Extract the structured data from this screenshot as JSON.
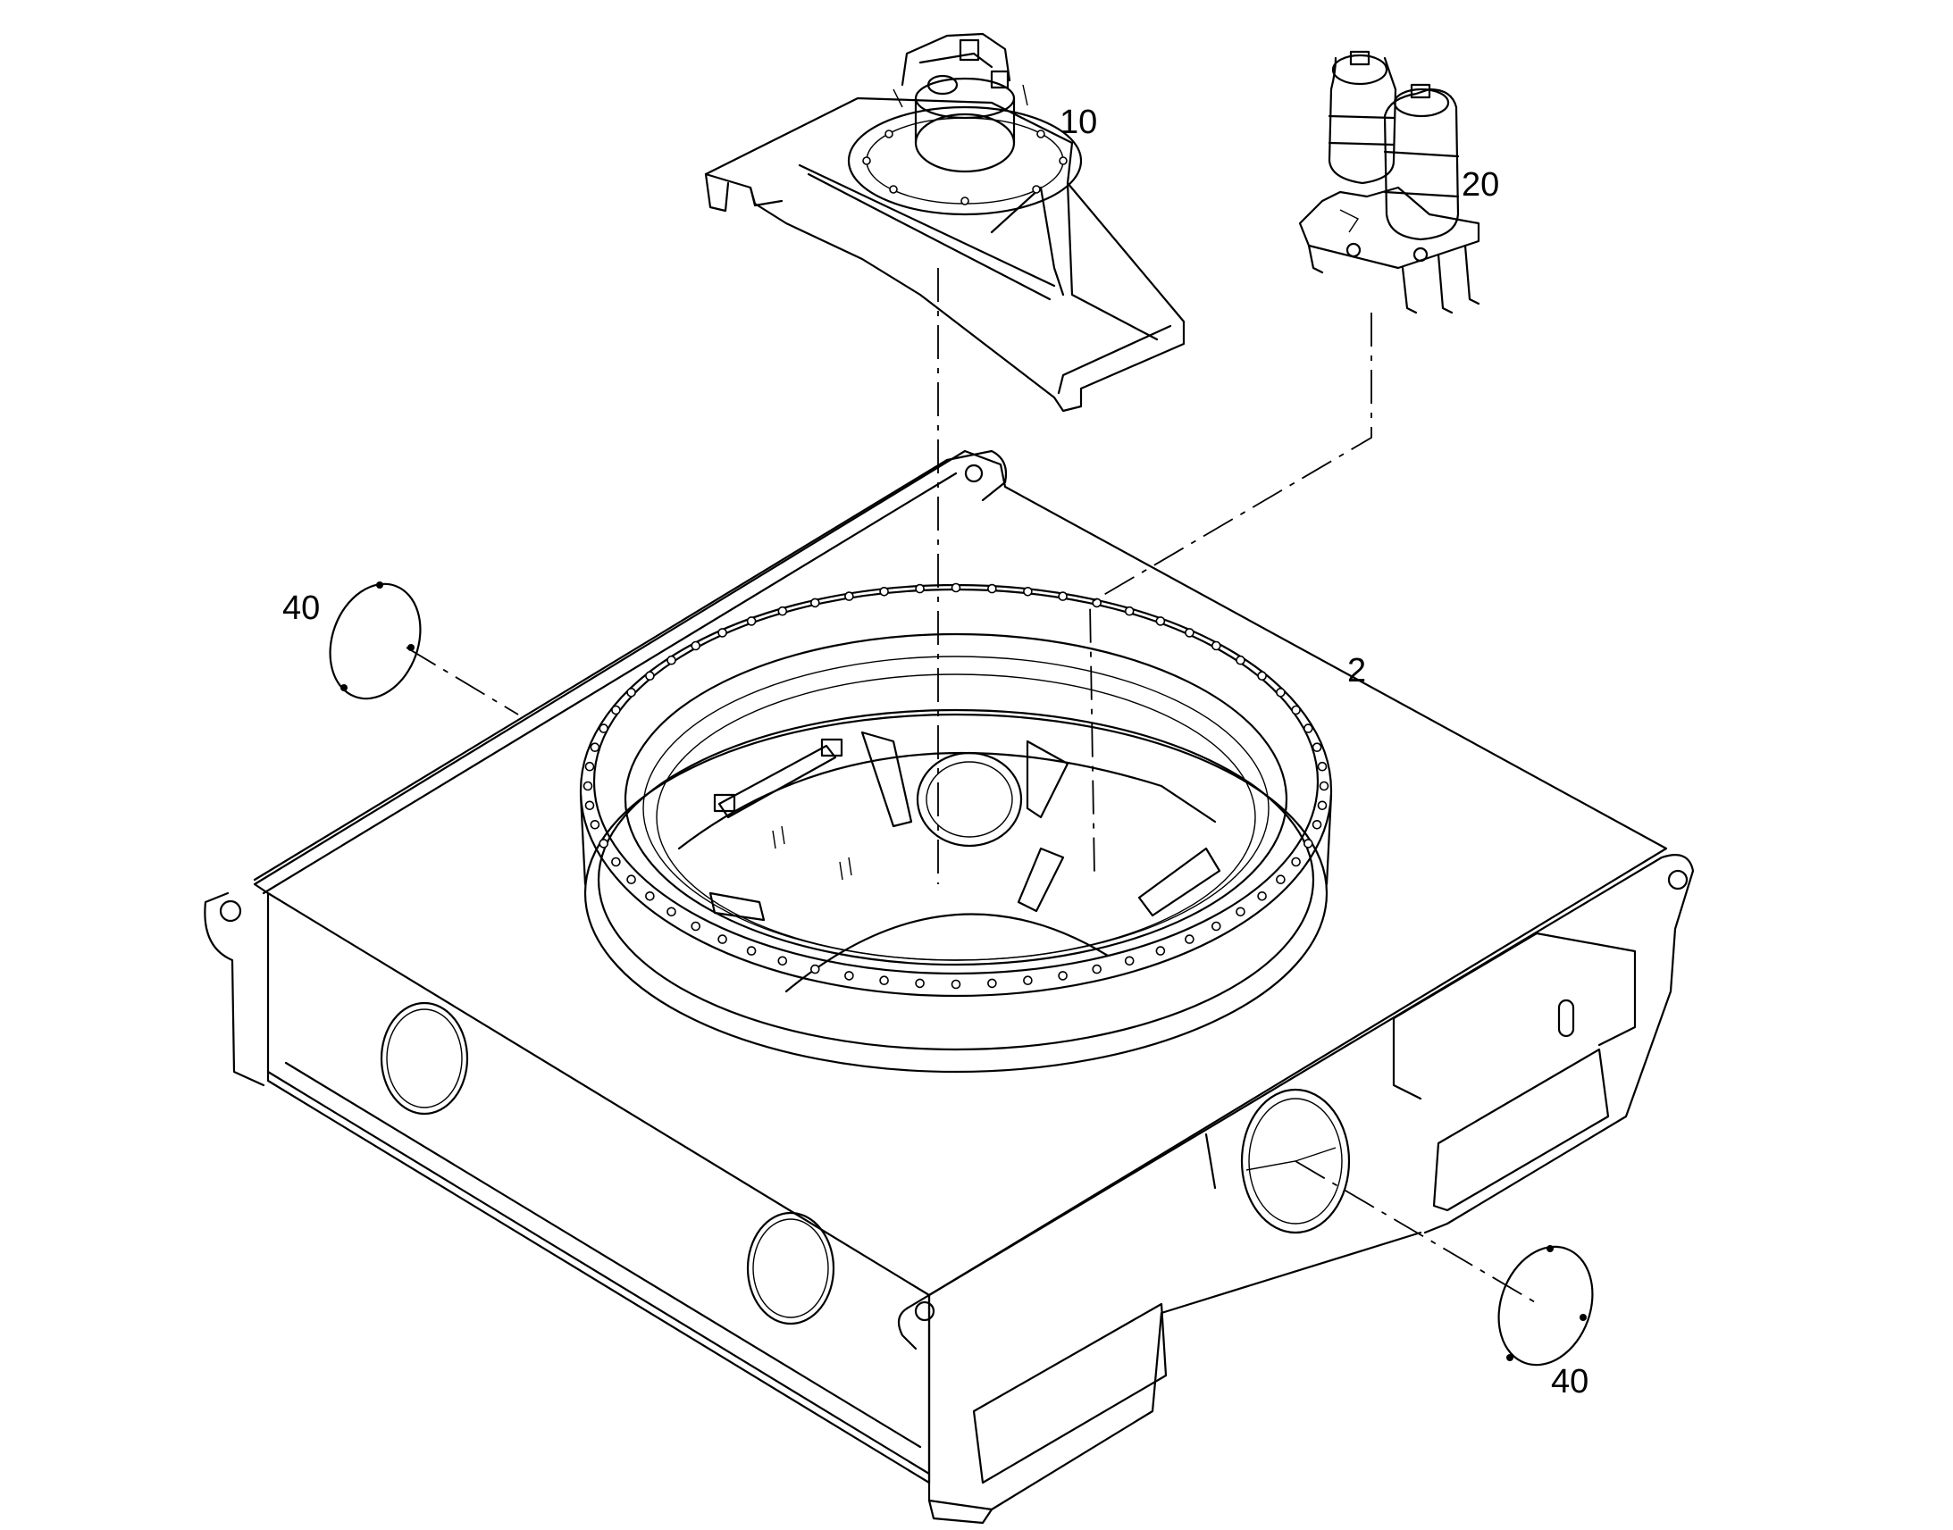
{
  "callouts": {
    "frame": "2",
    "yaw_drive": "10",
    "accumulator": "20",
    "cover_left": "40",
    "cover_right": "40"
  },
  "colors": {
    "line": "#000000",
    "background": "#ffffff"
  }
}
